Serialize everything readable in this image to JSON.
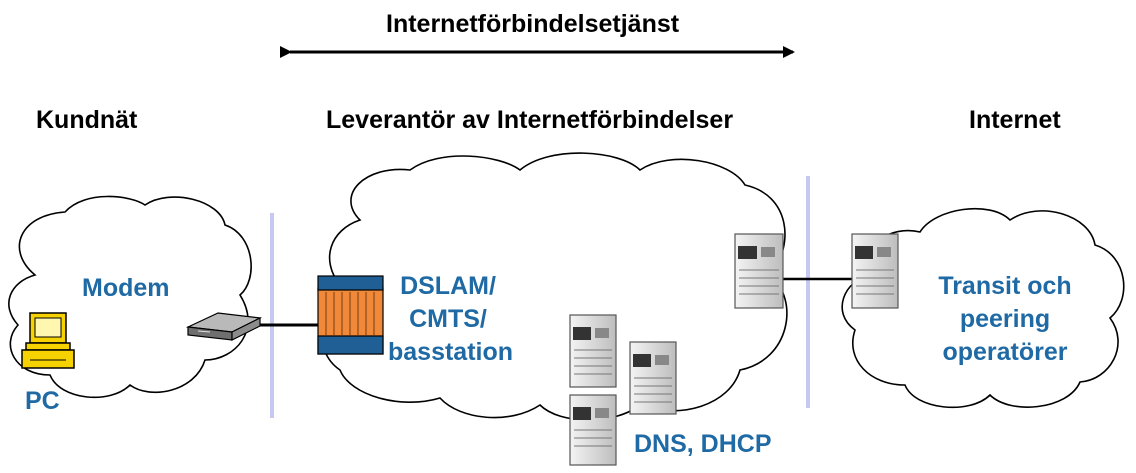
{
  "service_label": "Internetförbindelsetjänst",
  "sections": {
    "customer": "Kundnät",
    "provider": "Leverantör av Internetförbindelser",
    "internet": "Internet"
  },
  "nodes": {
    "modem": "Modem",
    "pc": "PC",
    "access_lines": [
      "DSLAM/",
      "CMTS/",
      "basstation"
    ],
    "dns": "DNS, DHCP",
    "transit_lines": [
      "Transit och",
      "peering",
      "operatörer"
    ]
  },
  "colors": {
    "text_blue": "#1f6aa5",
    "boundary": "#c5c8f0",
    "cloud_stroke": "#000000",
    "dslam_orange": "#f08a3a",
    "dslam_blue": "#1f5f95"
  }
}
